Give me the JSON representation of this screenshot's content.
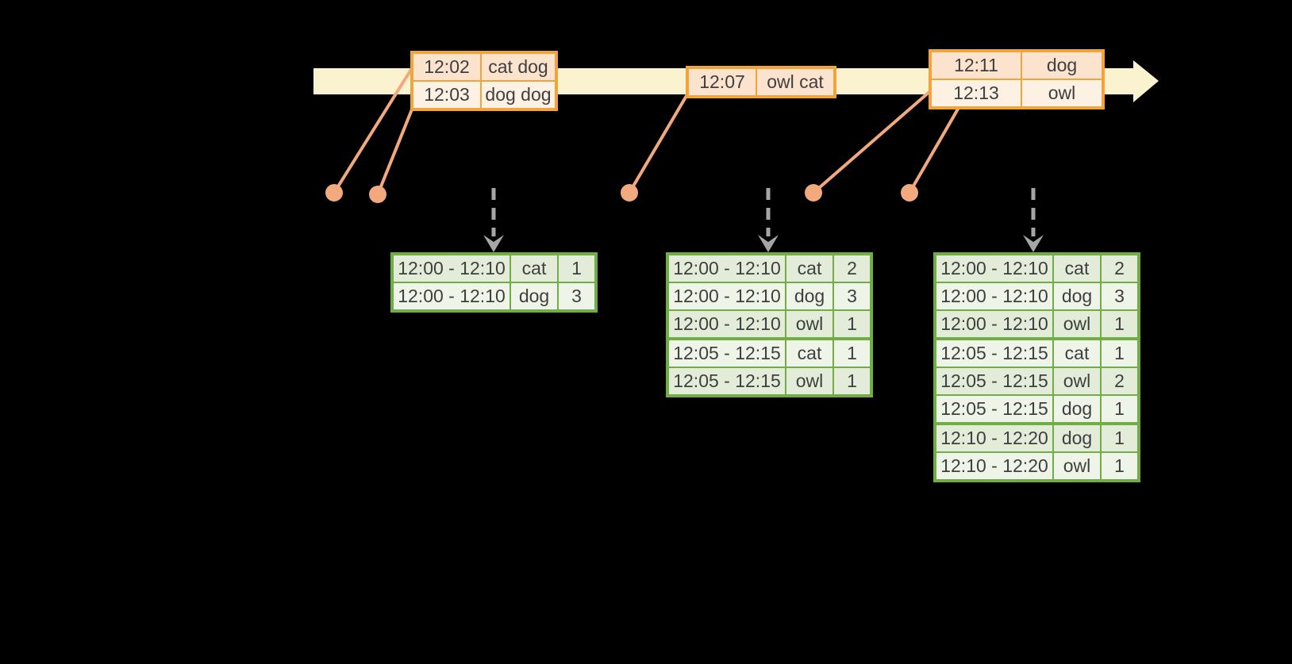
{
  "background": "#000000",
  "palette": {
    "timeline_fill": "#fbf2cf",
    "event_table_border": "#f1a43a",
    "event_row_dark": "#fbe3cd",
    "event_row_light": "#fdf1e4",
    "connector_orange": "#f2a97e",
    "result_table_border": "#70ad47",
    "result_row_dark": "#e3ecd9",
    "result_row_light": "#eff4e9",
    "trigger_arrow_gray": "#a6a6a6",
    "text": "#3f3f3f"
  },
  "icons": {
    "timeline_arrow": "right-arrow-band",
    "trigger_arrow": "dashed-down-arrow",
    "event_marker": "orange-dot"
  },
  "event_tables": [
    {
      "rows": [
        {
          "time": "12:02",
          "words": "cat dog"
        },
        {
          "time": "12:03",
          "words": "dog dog"
        }
      ]
    },
    {
      "rows": [
        {
          "time": "12:07",
          "words": "owl cat"
        }
      ]
    },
    {
      "rows": [
        {
          "time": "12:11",
          "words": "dog"
        },
        {
          "time": "12:13",
          "words": "owl"
        }
      ]
    }
  ],
  "result_tables": [
    {
      "rows": [
        {
          "window": "12:00 - 12:10",
          "word": "cat",
          "count": "1"
        },
        {
          "window": "12:00 - 12:10",
          "word": "dog",
          "count": "3"
        }
      ]
    },
    {
      "rows": [
        {
          "window": "12:00 - 12:10",
          "word": "cat",
          "count": "2"
        },
        {
          "window": "12:00 - 12:10",
          "word": "dog",
          "count": "3"
        },
        {
          "window": "12:00 - 12:10",
          "word": "owl",
          "count": "1"
        },
        {
          "window": "12:05 - 12:15",
          "word": "cat",
          "count": "1"
        },
        {
          "window": "12:05 - 12:15",
          "word": "owl",
          "count": "1"
        }
      ]
    },
    {
      "rows": [
        {
          "window": "12:00 - 12:10",
          "word": "cat",
          "count": "2"
        },
        {
          "window": "12:00 - 12:10",
          "word": "dog",
          "count": "3"
        },
        {
          "window": "12:00 - 12:10",
          "word": "owl",
          "count": "1"
        },
        {
          "window": "12:05 - 12:15",
          "word": "cat",
          "count": "1"
        },
        {
          "window": "12:05 - 12:15",
          "word": "owl",
          "count": "2"
        },
        {
          "window": "12:05 - 12:15",
          "word": "dog",
          "count": "1"
        },
        {
          "window": "12:10 - 12:20",
          "word": "dog",
          "count": "1"
        },
        {
          "window": "12:10 - 12:20",
          "word": "owl",
          "count": "1"
        }
      ]
    }
  ]
}
